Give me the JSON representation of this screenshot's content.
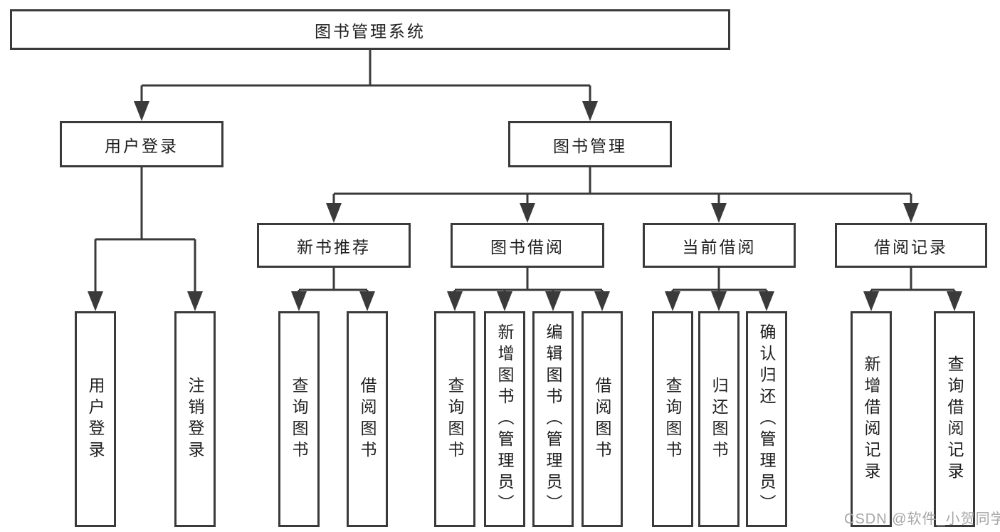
{
  "colors": {
    "line": "#3a3a3a",
    "text": "#1f1f1f",
    "background": "#ffffff",
    "watermark": "#a6a6a6"
  },
  "diagram": {
    "root": {
      "label": "图书管理系统"
    },
    "level2": [
      {
        "label": "用户登录",
        "children": [
          {
            "label": "用户登录"
          },
          {
            "label": "注销登录"
          }
        ]
      },
      {
        "label": "图书管理",
        "children": [
          {
            "label": "新书推荐",
            "children": [
              {
                "label": "查询图书"
              },
              {
                "label": "借阅图书"
              }
            ]
          },
          {
            "label": "图书借阅",
            "children": [
              {
                "label": "查询图书"
              },
              {
                "label": "新增图书（管理员）"
              },
              {
                "label": "编辑图书（管理员）"
              },
              {
                "label": "借阅图书"
              }
            ]
          },
          {
            "label": "当前借阅",
            "children": [
              {
                "label": "查询图书"
              },
              {
                "label": "归还图书"
              },
              {
                "label": "确认归还（管理员）"
              }
            ]
          },
          {
            "label": "借阅记录",
            "children": [
              {
                "label": "新增借阅记录"
              },
              {
                "label": "查询借阅记录"
              }
            ]
          }
        ]
      }
    ]
  },
  "watermark": {
    "text": "CSDN @软件_小贺同学"
  }
}
